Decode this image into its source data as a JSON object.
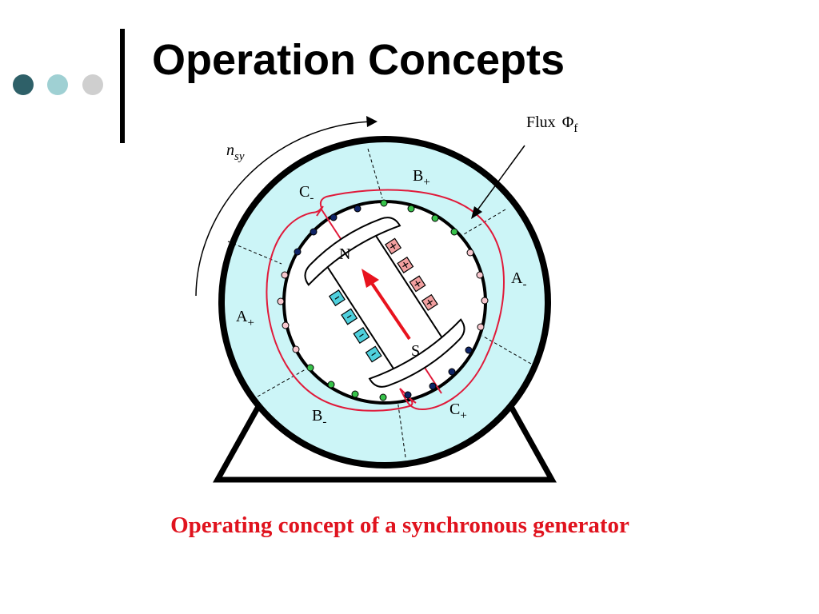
{
  "slide": {
    "title": "Operation Concepts",
    "caption": "Operating concept of a synchronous generator"
  },
  "decor": {
    "bullet_dots": [
      "#2e6068",
      "#9fd0d3",
      "#cfcfcf"
    ]
  },
  "diagram": {
    "rotation_label": "n",
    "rotation_sub": "sy",
    "flux_label": "Flux",
    "flux_symbol": "Φ",
    "flux_sub": "f",
    "pole_north": "N",
    "pole_south": "S",
    "phases": {
      "b_plus": {
        "letter": "B",
        "sign": "+"
      },
      "c_minus": {
        "letter": "C",
        "sign": "-"
      },
      "a_minus": {
        "letter": "A",
        "sign": "-"
      },
      "a_plus": {
        "letter": "A",
        "sign": "+"
      },
      "b_minus": {
        "letter": "B",
        "sign": "-"
      },
      "c_plus": {
        "letter": "C",
        "sign": "+"
      }
    },
    "colors": {
      "stator": "#ccf5f7",
      "flux_path": "#e01a3a",
      "field_arrow": "#e8131e",
      "coil_plus": "#f2a0a0",
      "coil_minus": "#4fd0dd",
      "conductor_green": "#37c24a",
      "conductor_navy": "#0f2466",
      "conductor_pink": "#f8c8cf"
    }
  }
}
